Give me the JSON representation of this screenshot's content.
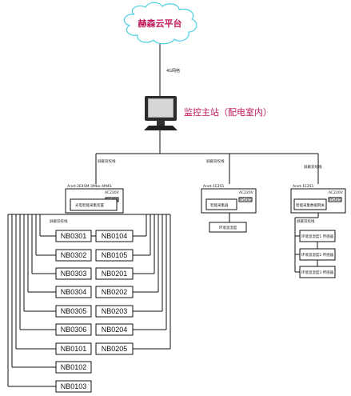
{
  "cloud": {
    "label": "赫森云平台",
    "link_label": "4G网络"
  },
  "host": {
    "label": "监控主站（配电室内）"
  },
  "bus": {
    "left_label": "屏蔽双绞线",
    "mid_label": "屏蔽双绞线",
    "right_label": "屏蔽双绞线"
  },
  "left_group": {
    "model": "Anet-2E4SM-3Mbo-4M4S",
    "device_label": "光电智能采集装置",
    "voltage": "AC220V",
    "port": "RS485",
    "bus_label": "屏蔽双绞线",
    "meters_col1": [
      "NB0301",
      "NB0302",
      "NB0303",
      "NB0304",
      "NB0305",
      "NB0306",
      "NB0101",
      "NB0102",
      "NB0103"
    ],
    "meters_col2": [
      "NB0104",
      "NB0105",
      "NB0201",
      "NB0202",
      "NB0203",
      "NB0204",
      "NB0205"
    ]
  },
  "mid_group": {
    "model": "Anet-1E2S1",
    "device_label": "智能采集器",
    "voltage": "AC220V",
    "port": "RS485",
    "sensor": "环境温湿度"
  },
  "right_group": {
    "model": "Anet-1E2S1",
    "device_label": "智能采集数据网关",
    "voltage": "AC220V",
    "port": "RS485",
    "bus_label": "屏蔽双绞线",
    "sensors": [
      "环境温湿度1 传感器",
      "环境温湿度2 传感器",
      "环境温湿度3 传感器"
    ]
  }
}
